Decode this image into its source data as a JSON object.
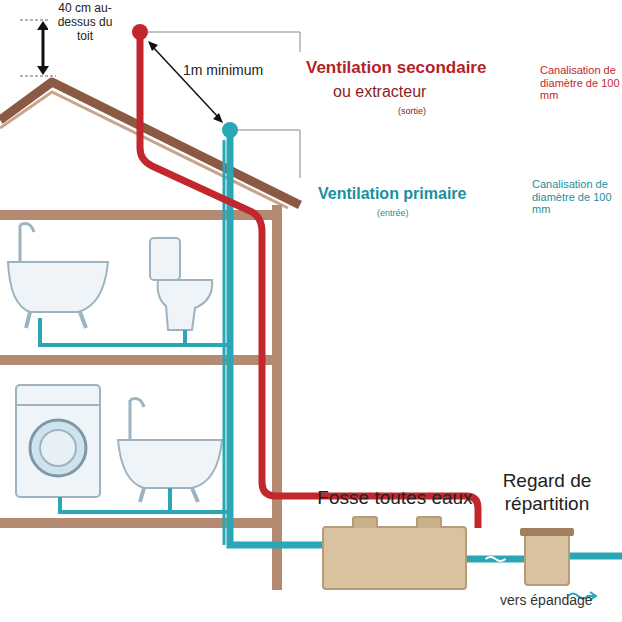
{
  "diagram": {
    "nodes": [
      {
        "text": [
          "Fosse toutes eaux"
        ]
      },
      {
        "text": [
          "Regard de répartition"
        ]
      }
    ],
    "edges": [
      {
        "from": 0,
        "to": 1,
        "arrow": "none"
      }
    ],
    "labels": [
      "40 cm au-dessus du toit",
      "1m minimum",
      "Ventilation secondaire",
      "ou extracteur",
      "(sortie)",
      "Canalisation de diamètre de 100 mm",
      "Ventilation primaire",
      "(entrée)",
      "Canalisation de diamètre de 100 mm",
      "vers épandage"
    ]
  }
}
